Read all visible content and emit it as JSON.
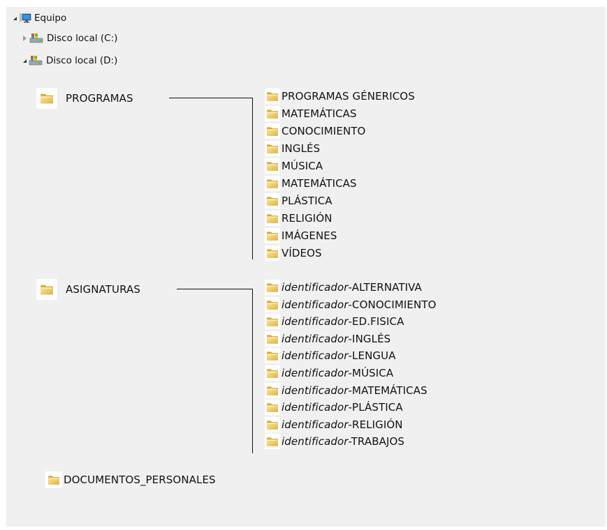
{
  "tree": {
    "root": "Equipo",
    "drive_c": "Disco local (C:)",
    "drive_d": "Disco local (D:)"
  },
  "programas": {
    "label": "PROGRAMAS",
    "children": [
      "PROGRAMAS GÉNERICOS",
      "MATEMÁTICAS",
      "CONOCIMIENTO",
      "INGLÉS",
      "MÚSICA",
      "MATEMÁTICAS",
      "PLÁSTICA",
      "RELIGIÓN",
      "IMÁGENES",
      "VÍDEOS"
    ]
  },
  "asignaturas": {
    "label": "ASIGNATURAS",
    "prefix": "identificador",
    "children": [
      "-ALTERNATIVA",
      "-CONOCIMIENTO",
      "-ED.FISICA",
      "-INGLÉS",
      "-LENGUA",
      "-MÚSICA",
      "-MATEMÁTICAS",
      "-PLÁSTICA",
      "-RELIGIÓN",
      "-TRABAJOS"
    ]
  },
  "documentos": {
    "label": "DOCUMENTOS_PERSONALES"
  },
  "icons": {
    "folder": "folder-icon",
    "computer": "computer-icon",
    "drive": "drive-icon"
  },
  "colors": {
    "folder_light": "#f7d979",
    "folder_dark": "#d9a934",
    "background": "#f0f0f0"
  }
}
